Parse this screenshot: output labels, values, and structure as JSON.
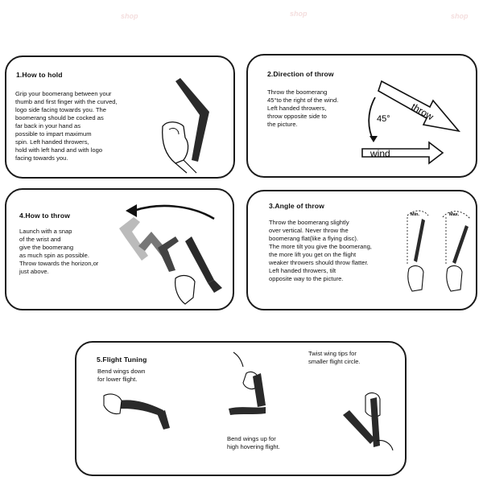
{
  "panels": {
    "hold": {
      "title": "1.How to hold",
      "text": "Grip your boomerang between your\nthumb and first finger with the curved,\nlogo side facing towards you. The\nboomerang should be cocked as\nfar back in your hand as\npossible to impart maximum\nspin. Left handed throwers,\nhold with left hand and with logo\nfacing towards you."
    },
    "direction": {
      "title": "2.Direction of throw",
      "text": "Throw the boomerang\n45°to the right of the wind.\nLeft handed throwers,\nthrow opposite side to\nthe picture.",
      "diagram": {
        "throw_label": "throw",
        "angle_label": "45°",
        "wind_label": "wind"
      }
    },
    "throw": {
      "title": "4.How to throw",
      "text": "Launch with a snap\nof the wrist and\ngive the boomerang\nas much spin as possible.\nThrow towards the horizon,or\njust above."
    },
    "angle": {
      "title": "3.Angle of throw",
      "text": "Throw the boomerang slightly\nover vertical. Never throw the\nboomerang flat(like a flying disc).\nThe more tilt you give the boomerang,\nthe more lift you get on the flight\nweaker throwers should throw flatter.\nLeft handed throwers, tilt\nopposite way to the picture.",
      "min_label": "Min.",
      "max_label": "Max."
    },
    "tuning": {
      "title": "5.Flight Tuning",
      "bend_down": "Bend wings down\nfor lower flight.",
      "bend_up": "Bend wings up for\nhigh hovering flight.",
      "twist": "Twist wing tips for\nsmaller flight circle."
    }
  },
  "colors": {
    "border": "#1a1a1a",
    "boomerang": "#2a2a2a",
    "watermark": "#f2d6d6"
  }
}
